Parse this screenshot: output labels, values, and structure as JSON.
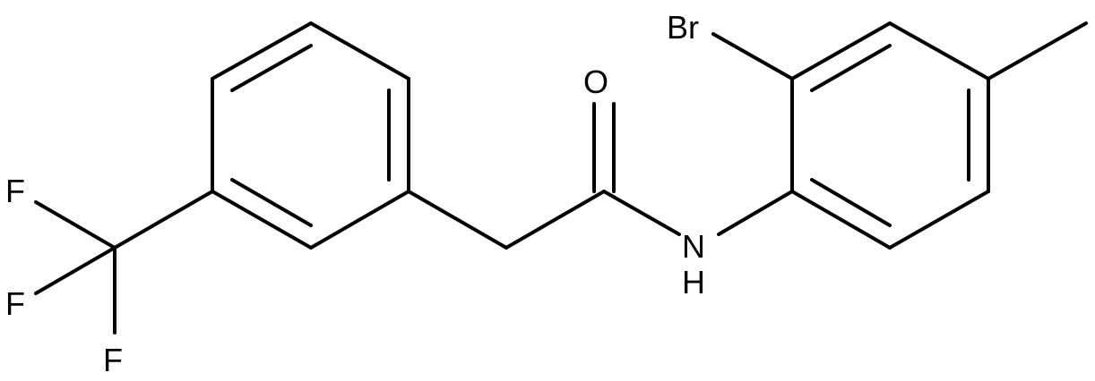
{
  "molecule": {
    "atoms": {
      "oxygen": "O",
      "nitrogen": "N",
      "hydrogen": "H",
      "bromine": "Br",
      "fluorine_1": "F",
      "fluorine_2": "F",
      "fluorine_3": "F"
    },
    "colors": {
      "bond": "#000000",
      "label": "#000000",
      "background": "#ffffff"
    }
  }
}
